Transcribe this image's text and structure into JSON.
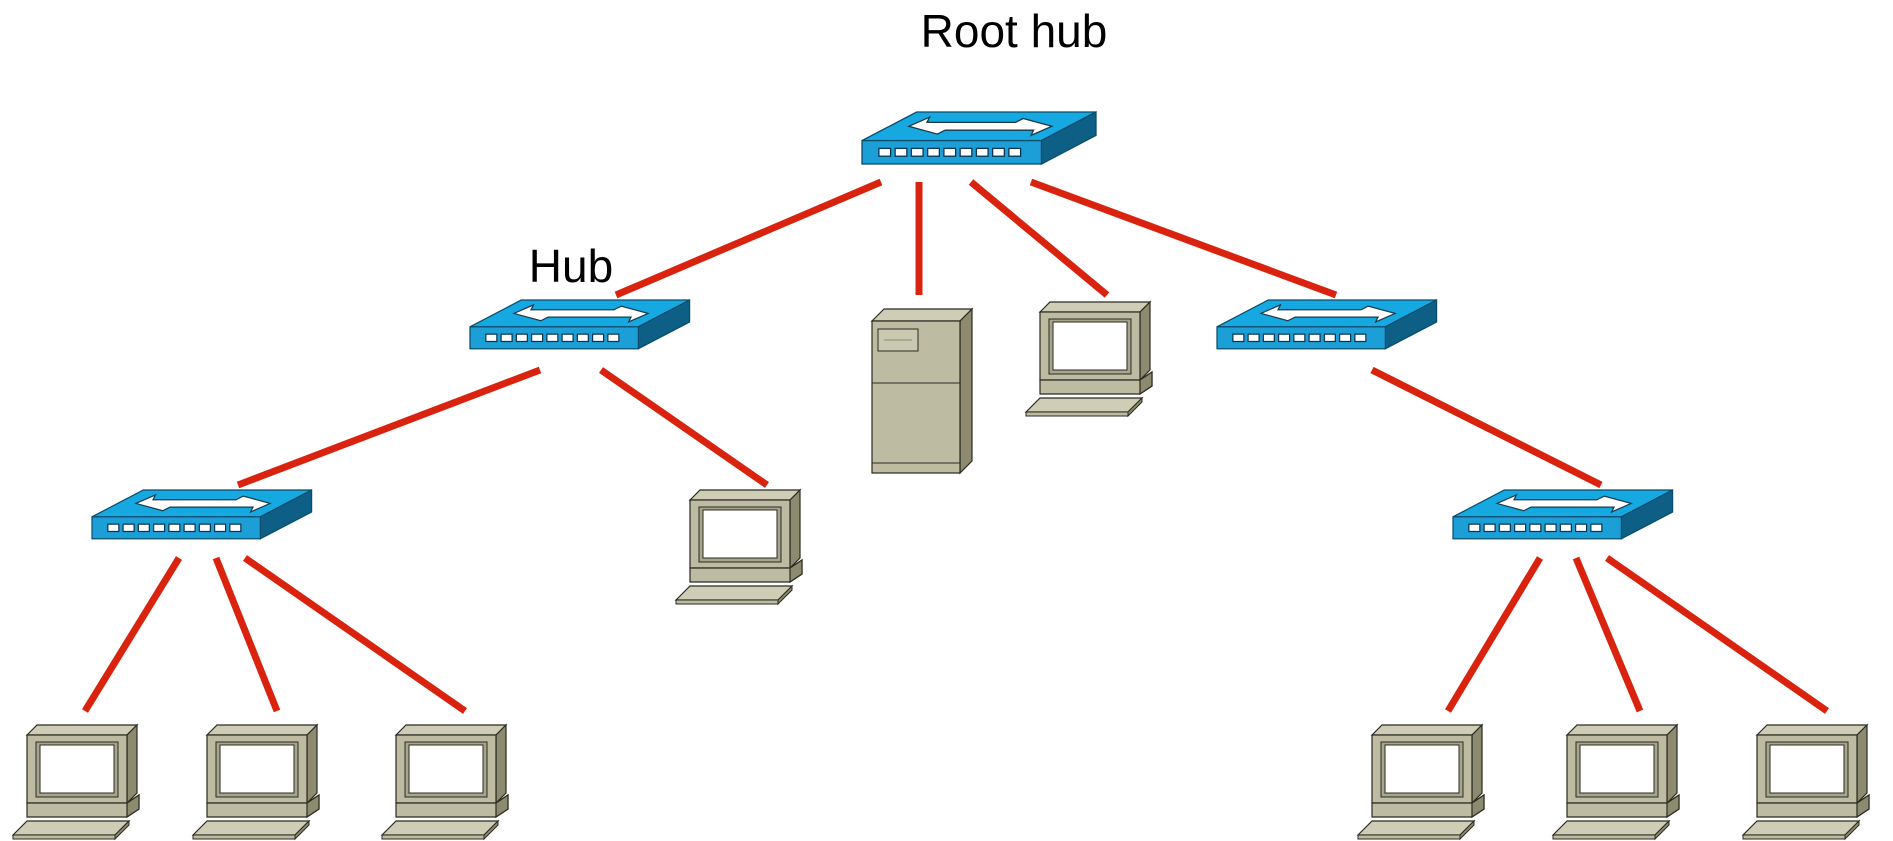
{
  "labels": {
    "root_hub": "Root hub",
    "hub": "Hub"
  },
  "colors": {
    "link": "#d9230f",
    "hub_top": "#16a8e0",
    "hub_front": "#1b9fd6",
    "hub_side": "#0d5f86",
    "hub_port": "#ffffff",
    "device_face": "#bdbca3",
    "device_side": "#8c8b70",
    "device_top": "#cfcdb6",
    "screen": "#ffffff",
    "outline": "#2b2b20"
  },
  "nodes": [
    {
      "id": "root-hub",
      "icon": "hub-icon"
    },
    {
      "id": "hub-left",
      "icon": "hub-icon"
    },
    {
      "id": "hub-right",
      "icon": "hub-icon"
    },
    {
      "id": "hub-lower-left",
      "icon": "hub-icon"
    },
    {
      "id": "hub-lower-right",
      "icon": "hub-icon"
    },
    {
      "id": "server",
      "icon": "server-tower-icon"
    },
    {
      "id": "workstation-root",
      "icon": "workstation-icon"
    },
    {
      "id": "workstation-hub-left",
      "icon": "workstation-icon"
    },
    {
      "id": "workstation-ll-1",
      "icon": "workstation-icon"
    },
    {
      "id": "workstation-ll-2",
      "icon": "workstation-icon"
    },
    {
      "id": "workstation-ll-3",
      "icon": "workstation-icon"
    },
    {
      "id": "workstation-lr-1",
      "icon": "workstation-icon"
    },
    {
      "id": "workstation-lr-2",
      "icon": "workstation-icon"
    },
    {
      "id": "workstation-lr-3",
      "icon": "workstation-icon"
    }
  ],
  "links": [
    {
      "from": "root-hub",
      "to": "hub-left"
    },
    {
      "from": "root-hub",
      "to": "server"
    },
    {
      "from": "root-hub",
      "to": "workstation-root"
    },
    {
      "from": "root-hub",
      "to": "hub-right"
    },
    {
      "from": "hub-left",
      "to": "hub-lower-left"
    },
    {
      "from": "hub-left",
      "to": "workstation-hub-left"
    },
    {
      "from": "hub-lower-left",
      "to": "workstation-ll-1"
    },
    {
      "from": "hub-lower-left",
      "to": "workstation-ll-2"
    },
    {
      "from": "hub-lower-left",
      "to": "workstation-ll-3"
    },
    {
      "from": "hub-right",
      "to": "hub-lower-right"
    },
    {
      "from": "hub-lower-right",
      "to": "workstation-lr-1"
    },
    {
      "from": "hub-lower-right",
      "to": "workstation-lr-2"
    },
    {
      "from": "hub-lower-right",
      "to": "workstation-lr-3"
    }
  ]
}
